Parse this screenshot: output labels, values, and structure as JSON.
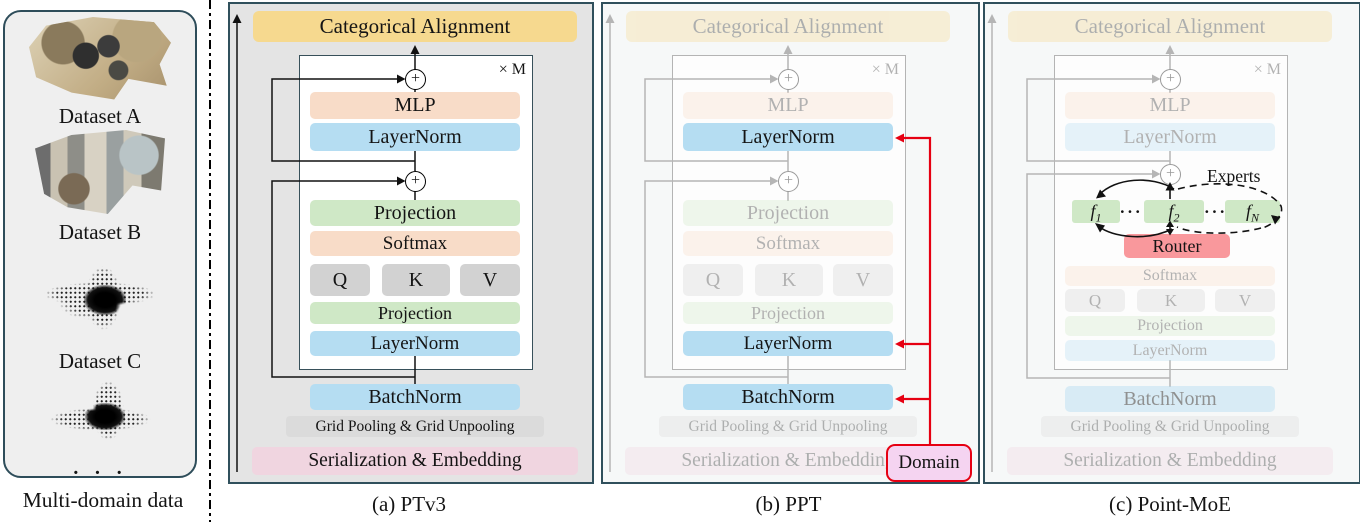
{
  "sidebar": {
    "datasets": [
      "Dataset A",
      "Dataset B",
      "Dataset C"
    ],
    "more_dots": "· · ·",
    "caption": "Multi-domain data"
  },
  "blocks": {
    "categorical_alignment": "Categorical Alignment",
    "mlp": "MLP",
    "layernorm": "LayerNorm",
    "projection": "Projection",
    "softmax": "Softmax",
    "q": "Q",
    "k": "K",
    "v": "V",
    "batchnorm": "BatchNorm",
    "grid_pooling": "Grid Pooling & Grid Unpooling",
    "serialization": "Serialization & Embedding",
    "repeat_label": "× M",
    "plus": "+"
  },
  "panels": [
    {
      "caption": "(a) PTv3"
    },
    {
      "caption": "(b) PPT",
      "domain_label": "Domain"
    },
    {
      "caption": "(c) Point-MoE",
      "experts_label": "Experts",
      "router_label": "Router",
      "experts": [
        {
          "base": "f",
          "sub": "1"
        },
        {
          "base": "f",
          "sub": "2"
        },
        {
          "base": "f",
          "sub": "N"
        }
      ],
      "dots": "···"
    }
  ],
  "colors": {
    "accent_yellow": "#f6d98f",
    "peach": "#f8dcc8",
    "blue": "#b5ddf2",
    "green": "#cfe8c6",
    "gray_qkv": "#d2d2d2",
    "gray_pool": "#dbdbdb",
    "pink_serialization": "#f0d5e0",
    "router_red": "#f9989c",
    "domain_fill": "#f5d4f1",
    "highlight_red": "#e60012",
    "panel_border": "#30505c",
    "panel_a_bg": "#e4e4e4",
    "panel_bc_bg": "#f6f8f8"
  }
}
